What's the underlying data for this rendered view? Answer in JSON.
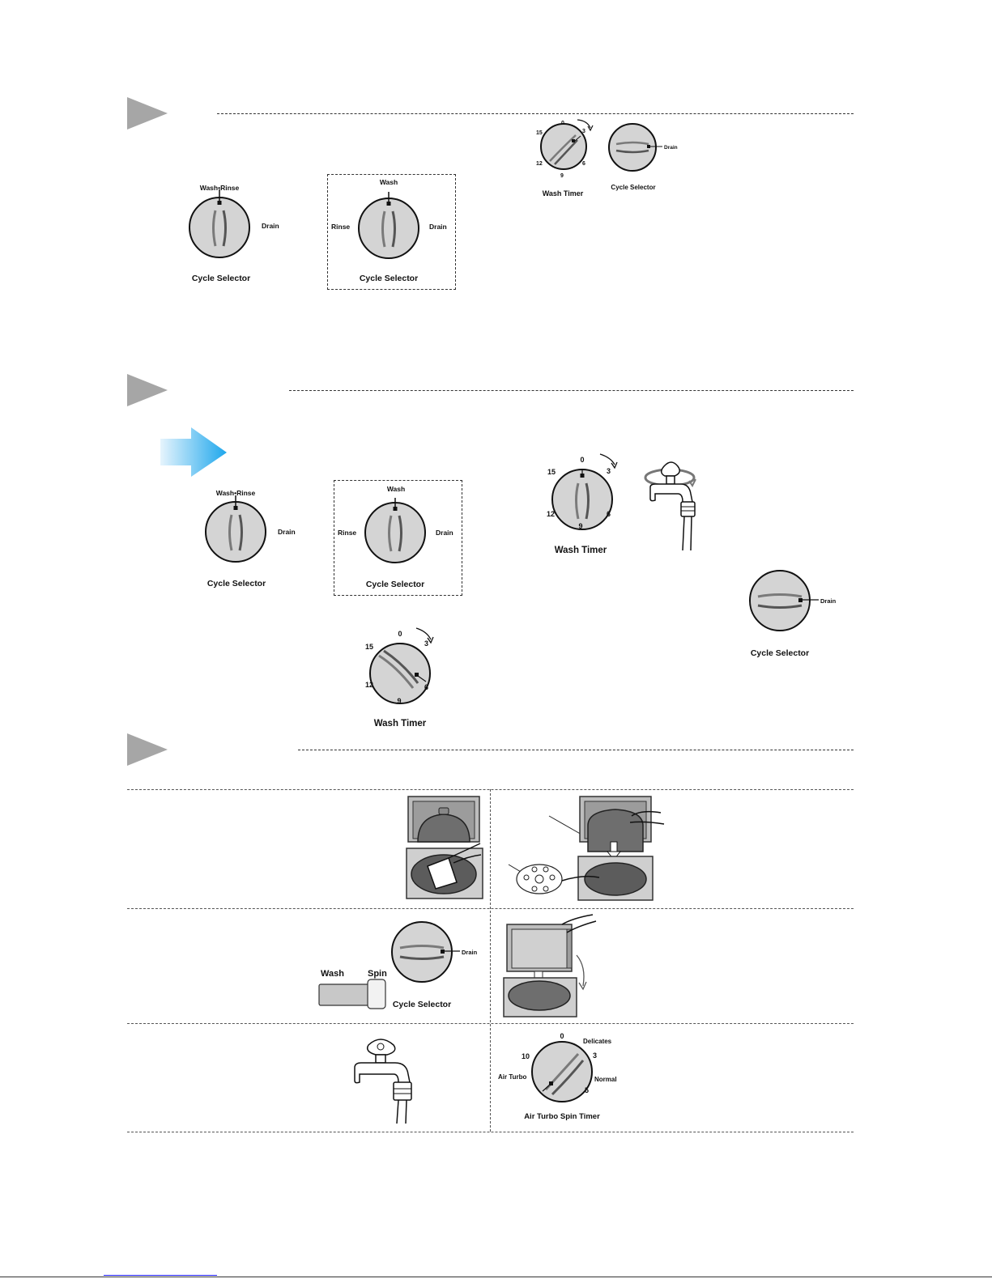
{
  "labels": {
    "cycle_selector": "Cycle Selector",
    "wash_timer": "Wash Timer",
    "drain": "Drain",
    "rinse": "Rinse",
    "wash": "Wash",
    "wash_rinse": "Wash•Rinse",
    "spin": "Spin",
    "air_turbo_spin_timer": "Air Turbo Spin Timer",
    "delicates": "Delicates",
    "normal": "Normal",
    "air_turbo": "Air Turbo"
  },
  "timer_numbers": [
    "0",
    "3",
    "6",
    "9",
    "12",
    "15"
  ],
  "spin_timer_numbers": [
    "0",
    "3",
    "5",
    "10"
  ],
  "colors": {
    "section_marker": "#a6a6a6",
    "dial_face": "#d4d4d4",
    "arrow_start": "#e6f4fd",
    "arrow_end": "#1ea7ec"
  }
}
